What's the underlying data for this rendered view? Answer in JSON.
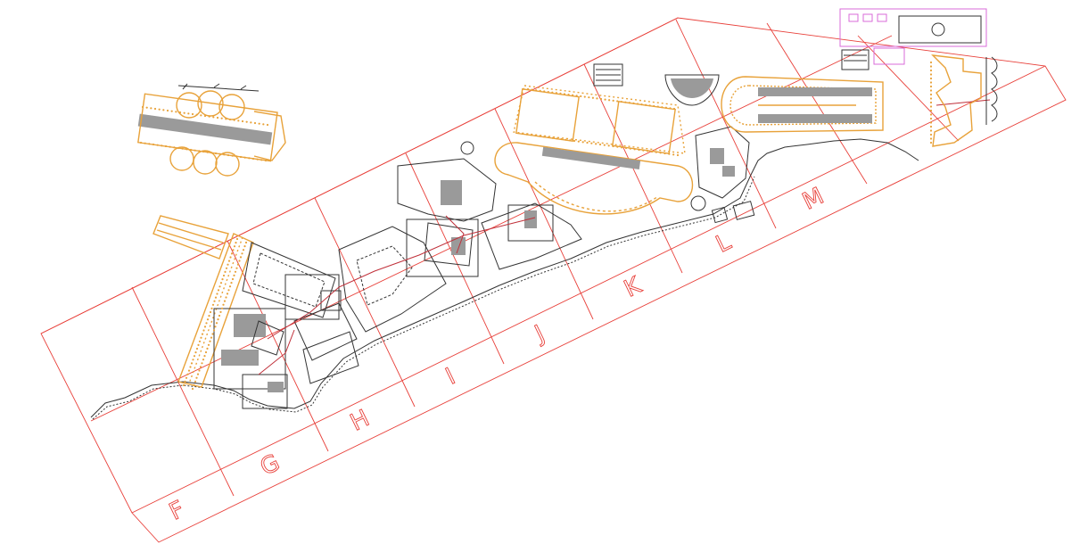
{
  "map": {
    "grid_letters": [
      "F",
      "G",
      "H",
      "I",
      "J",
      "K",
      "L",
      "M"
    ],
    "colors": {
      "grid": "#e8403a",
      "reconstruction": "#e8a23a",
      "ruins": "#333333",
      "hatch": "#9a9a9a",
      "annex": "#d96bd9"
    }
  }
}
